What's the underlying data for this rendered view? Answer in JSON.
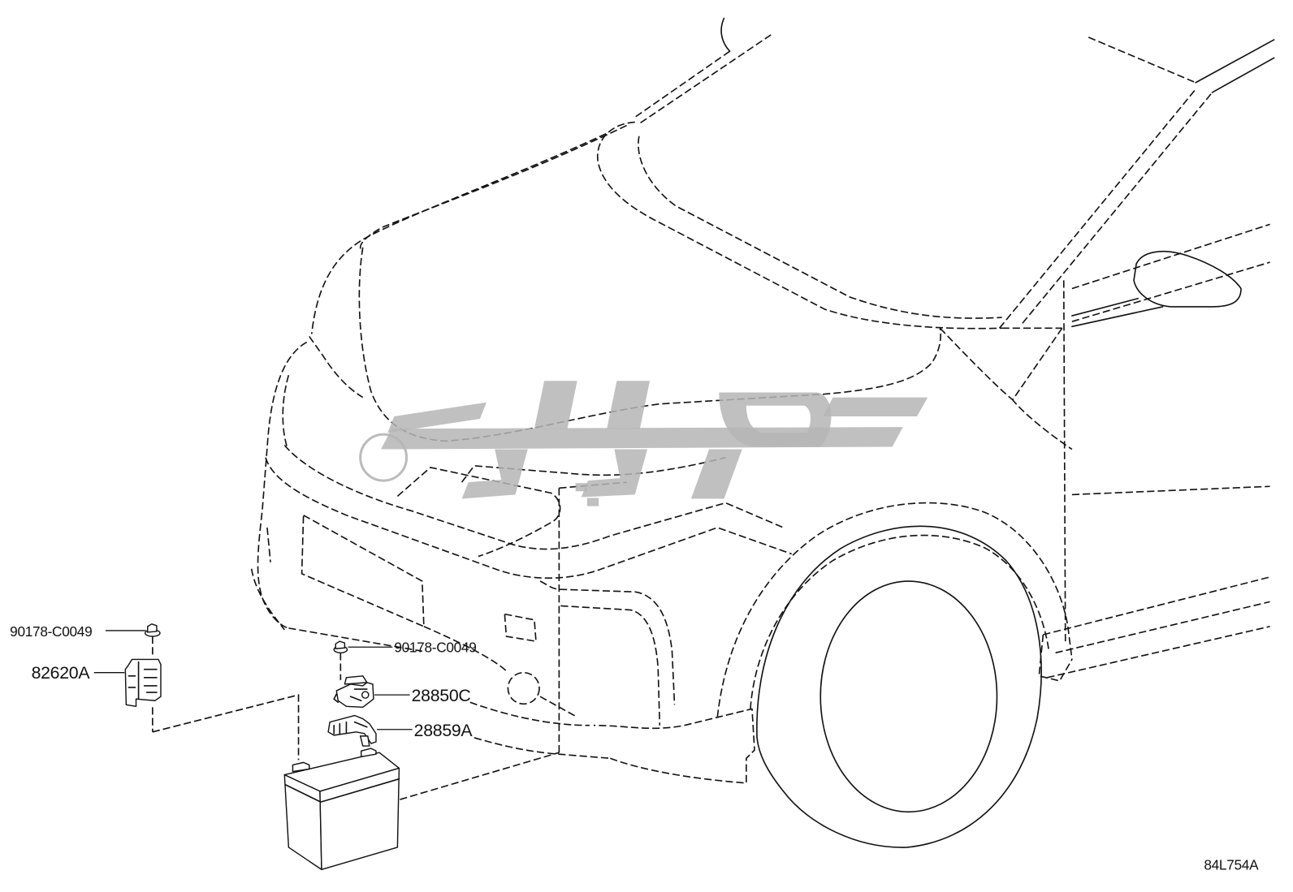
{
  "colors": {
    "line": "#111111",
    "watermark": "#b5b5b5",
    "background": "#ffffff"
  },
  "callouts": {
    "nut_left": "90178-C0049",
    "bracket": "82620A",
    "nut_center": "90178-C0049",
    "sensor": "28850C",
    "sensor_bracket": "28859A"
  },
  "figure_code": "84L754A"
}
